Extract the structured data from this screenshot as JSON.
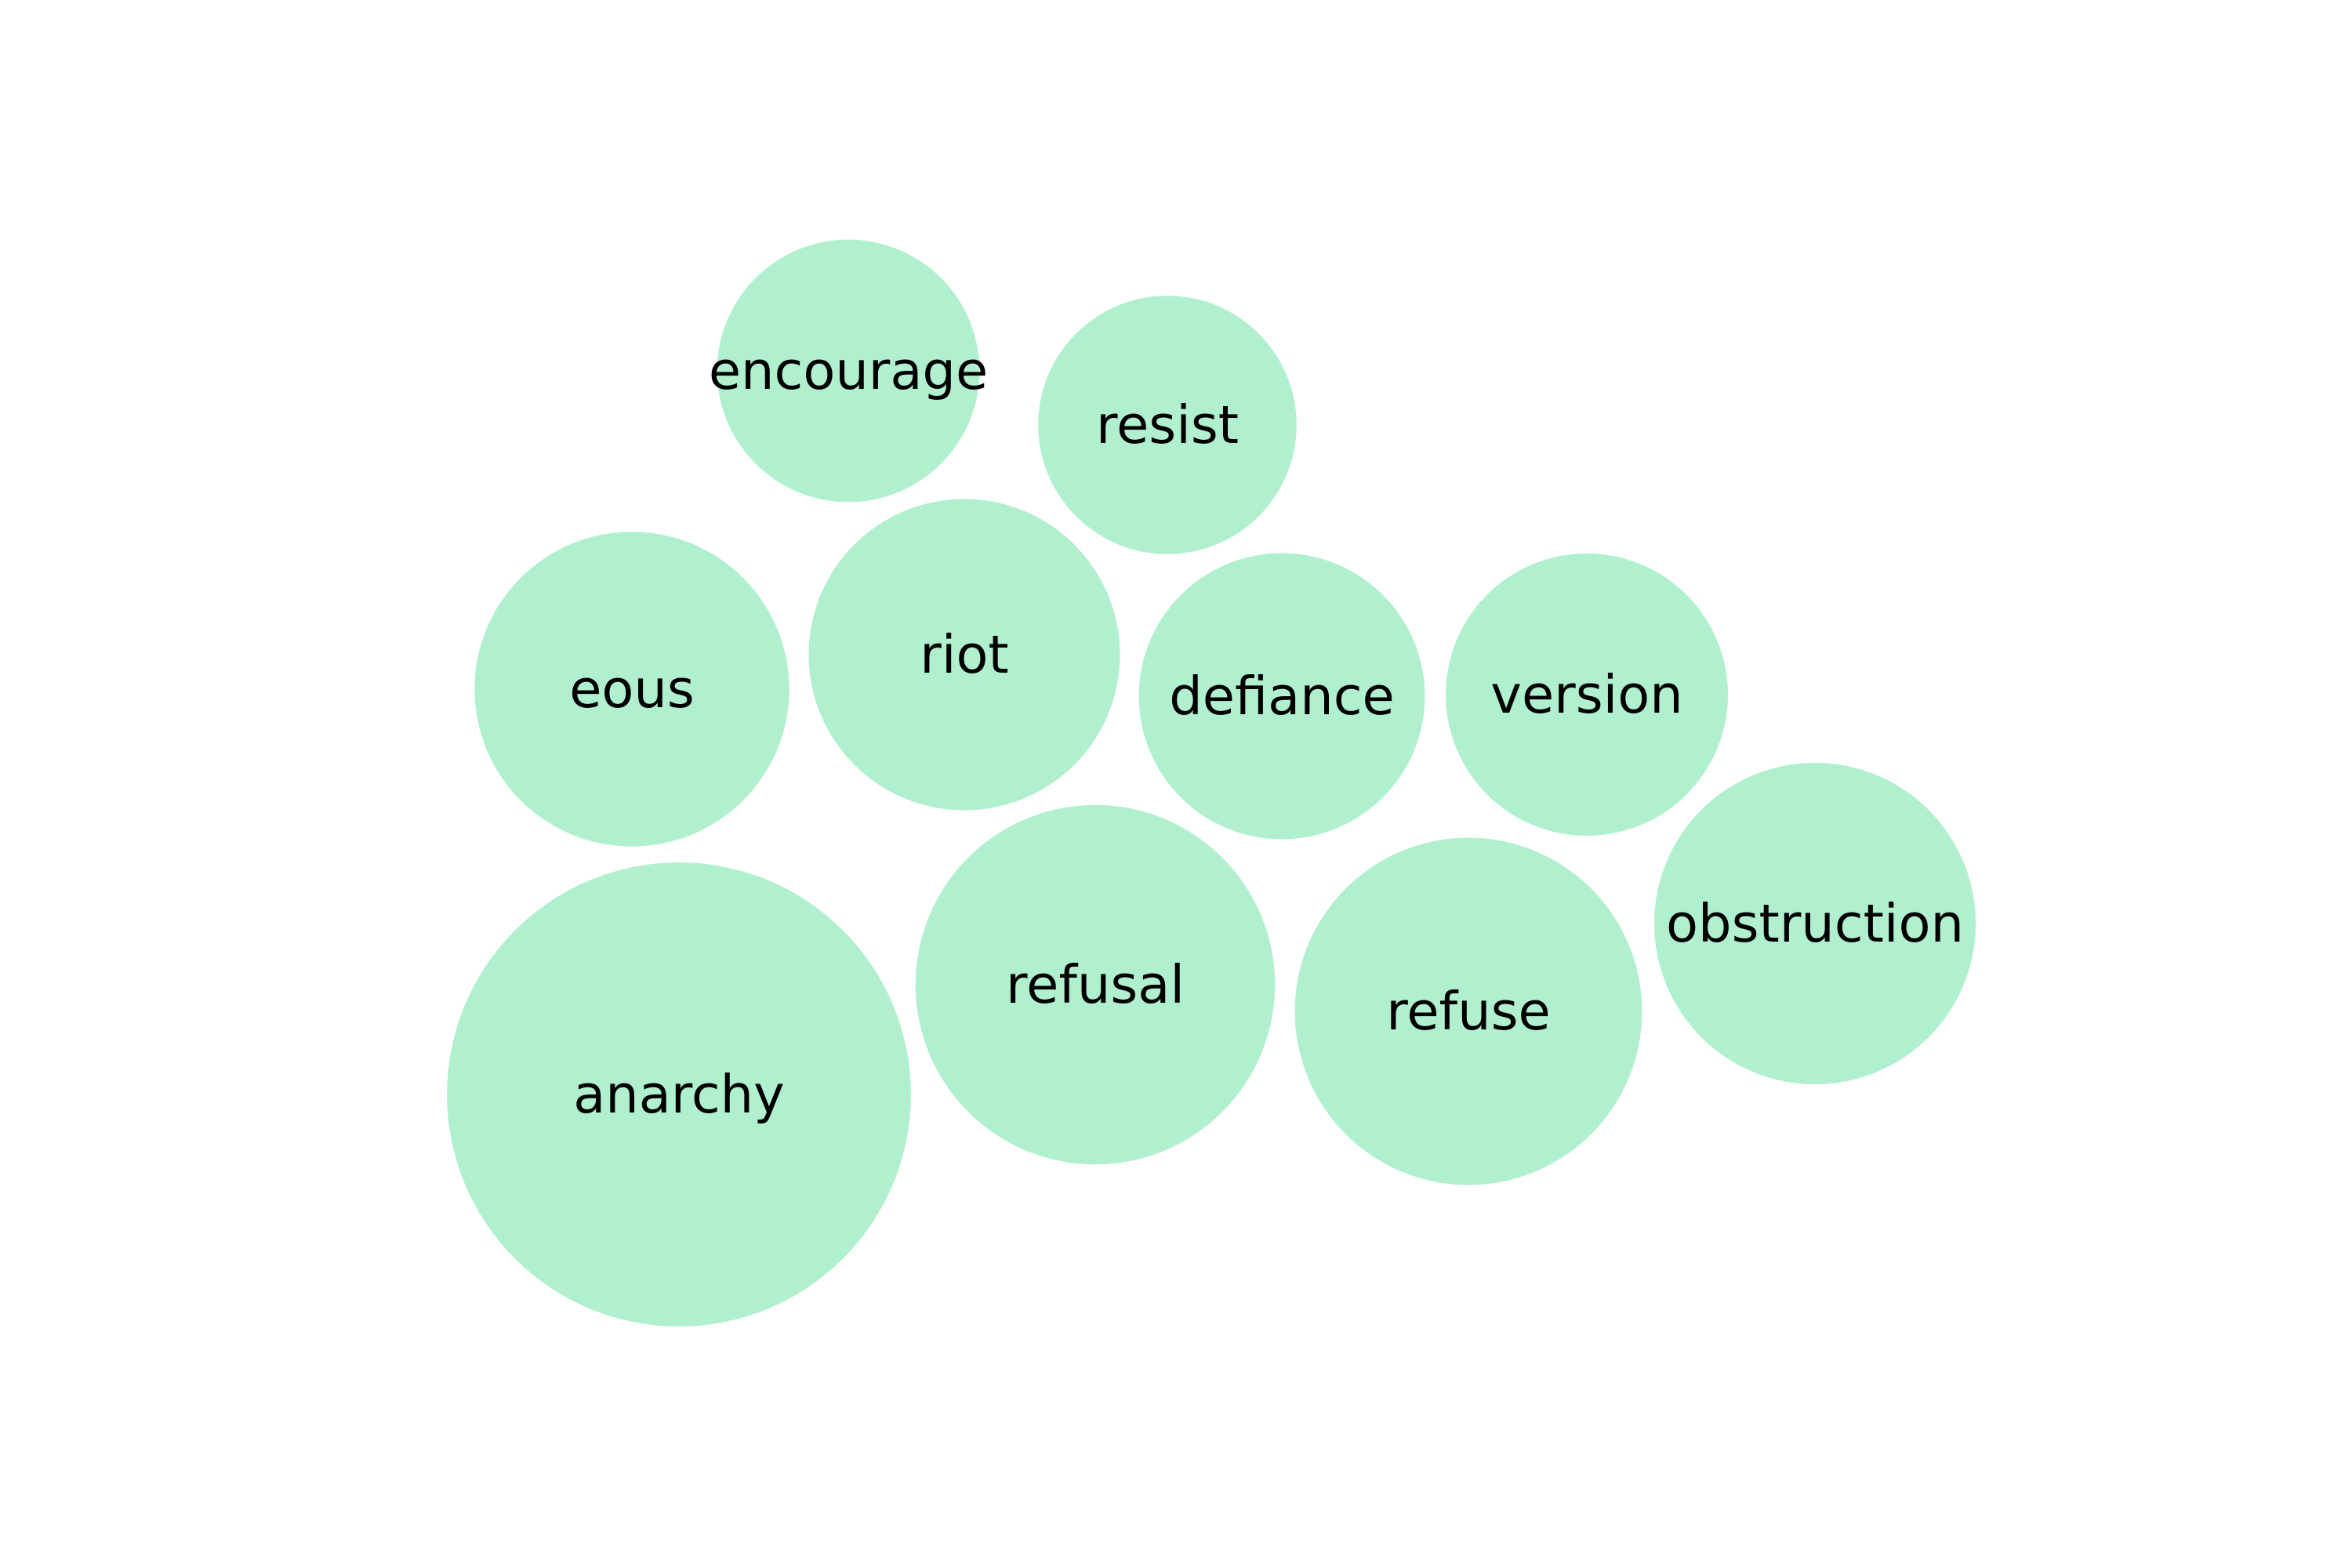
{
  "chart_data": {
    "type": "bubble",
    "title": "",
    "bubbles": [
      {
        "label": "anarchy",
        "value": 100
      },
      {
        "label": "refusal",
        "value": 60
      },
      {
        "label": "refuse",
        "value": 56
      },
      {
        "label": "obstruction",
        "value": 48
      },
      {
        "label": "riot",
        "value": 45
      },
      {
        "label": "eous",
        "value": 46
      },
      {
        "label": "defiance",
        "value": 38
      },
      {
        "label": "version",
        "value": 37
      },
      {
        "label": "encourage",
        "value": 32
      },
      {
        "label": "resist",
        "value": 31
      }
    ],
    "colors": {
      "bubble_fill": "#b1f0cf",
      "label": "#000000",
      "background": "#ffffff"
    },
    "grid": false,
    "legend": "none"
  }
}
